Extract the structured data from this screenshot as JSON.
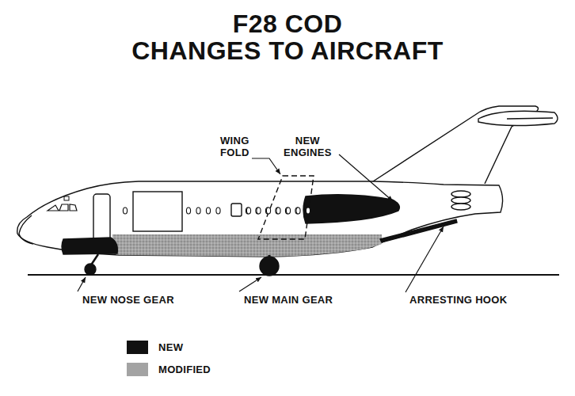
{
  "diagram": {
    "title": "F28 COD",
    "labels": [
      "CHANGES TO AIRCRAFT",
      "WING FOLD",
      "NEW ENGINES",
      "NEW NOSE GEAR",
      "NEW MAIN GEAR",
      "ARRESTING HOOK"
    ],
    "legend": [
      {
        "text": "NEW",
        "color": "#111111"
      },
      {
        "text": "MODIFIED",
        "color": "#a3a3a3"
      }
    ]
  }
}
